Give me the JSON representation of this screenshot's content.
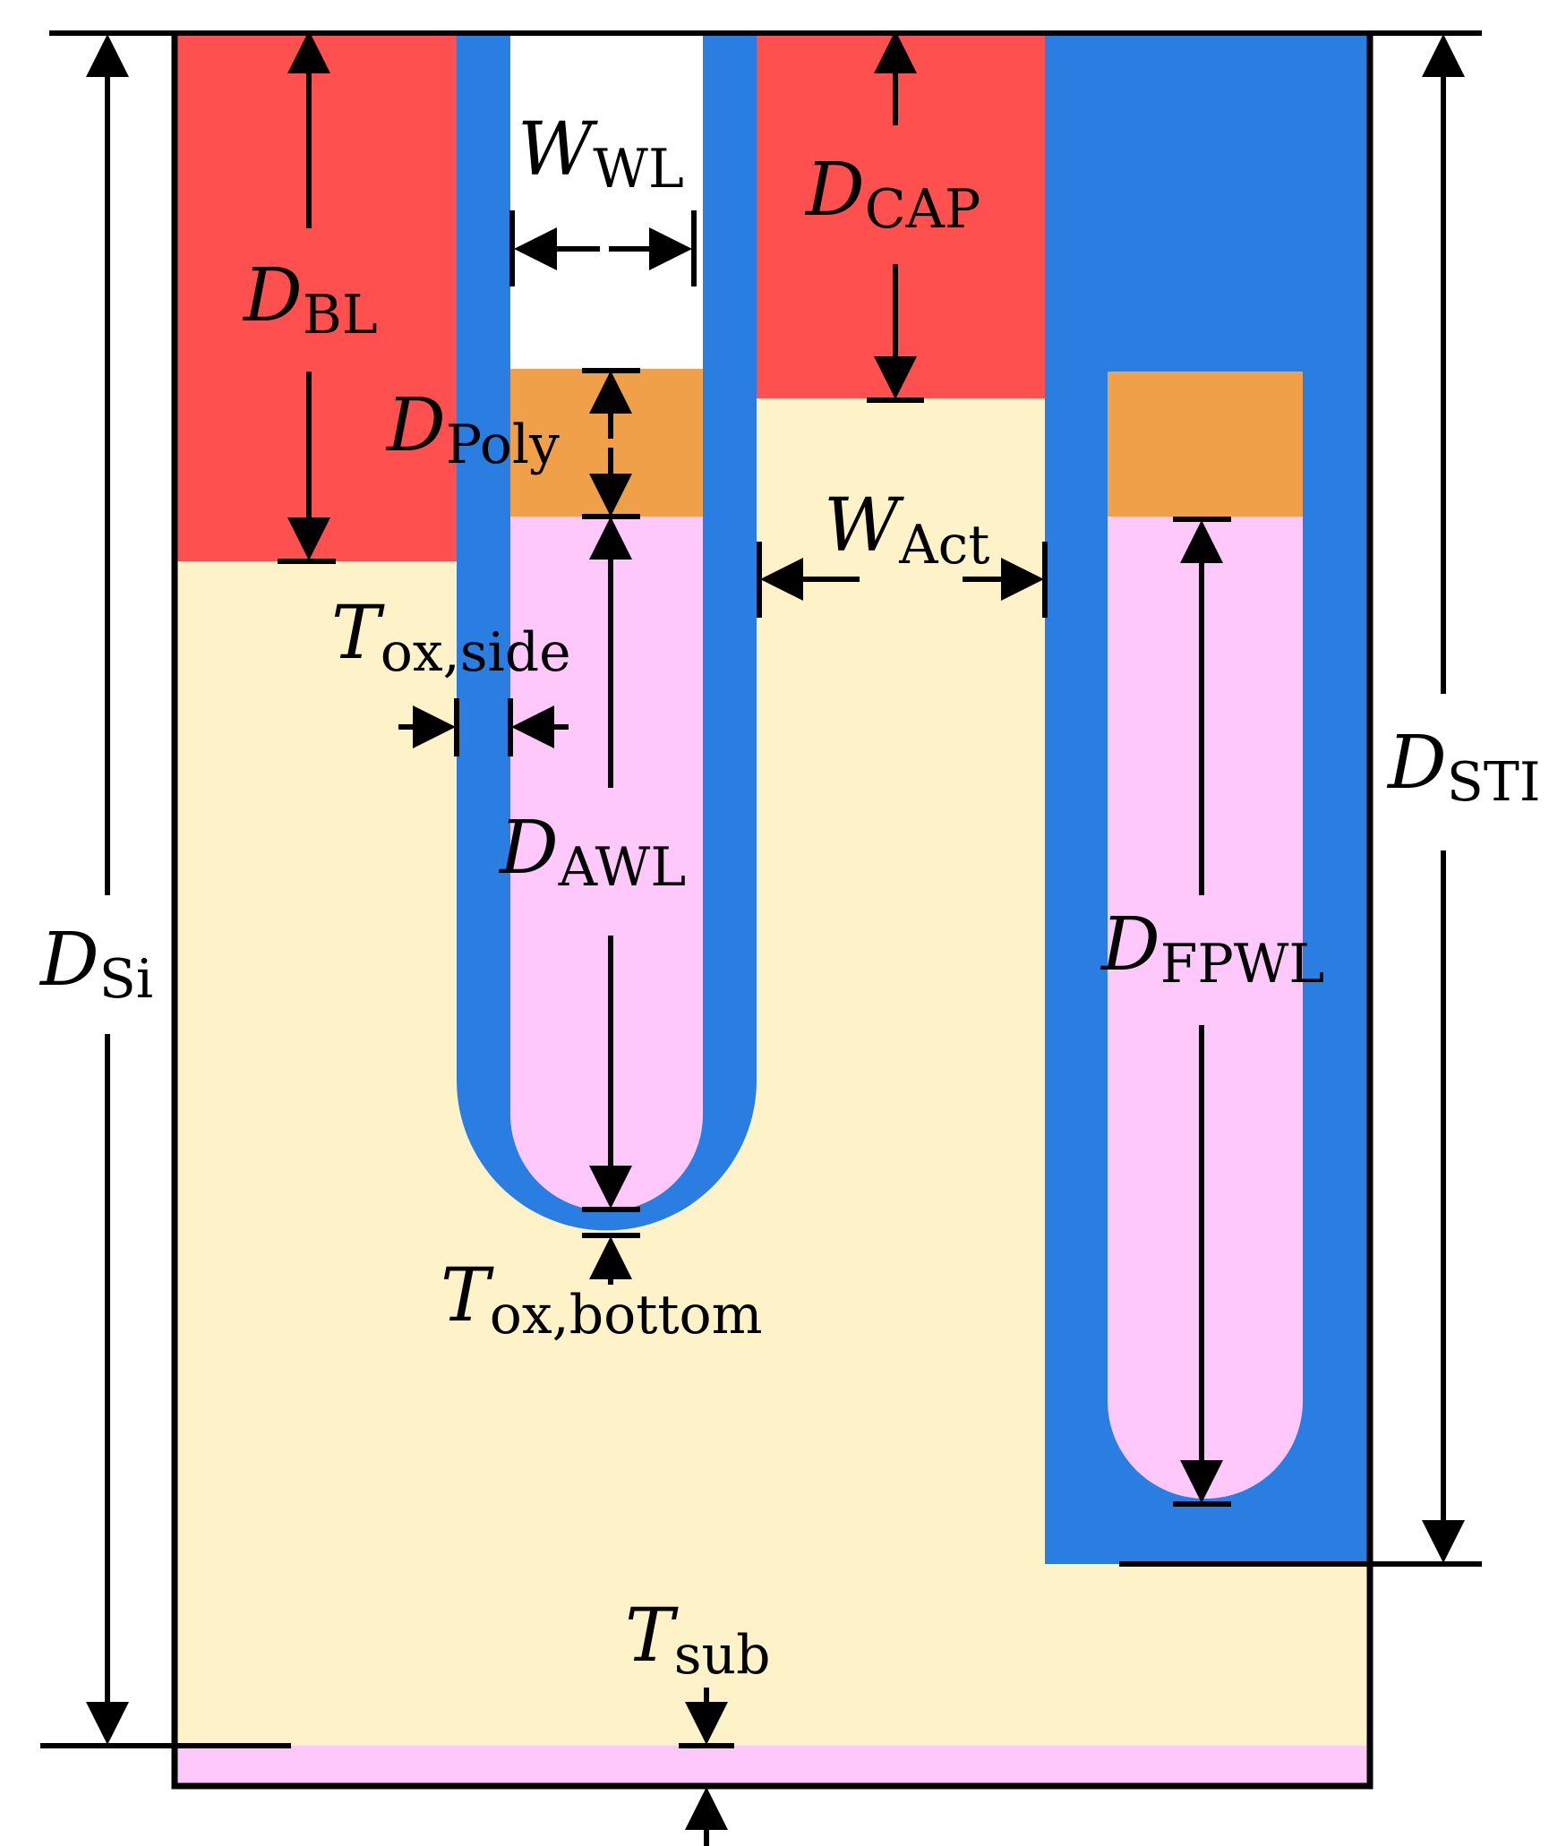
{
  "colors": {
    "bit_line": "#ff5050",
    "cap_contact": "#ff5050",
    "silicon": "#fdf2c8",
    "oxide": "#2a7de1",
    "poly": "#f0a048",
    "metal_fill": "#fec8fa",
    "substrate": "#fec8fa",
    "wl_opening": "#ffffff",
    "line": "#000000"
  },
  "labels": {
    "d_bl": {
      "main": "D",
      "sub": "BL"
    },
    "w_wl": {
      "main": "W",
      "sub": "WL"
    },
    "d_cap": {
      "main": "D",
      "sub": "CAP"
    },
    "d_poly": {
      "main": "D",
      "sub": "Poly"
    },
    "w_act": {
      "main": "W",
      "sub": "Act"
    },
    "t_ox_side": {
      "main": "T",
      "sub": "ox,side"
    },
    "d_awl": {
      "main": "D",
      "sub": "AWL"
    },
    "t_ox_bottom": {
      "main": "T",
      "sub": "ox,bottom"
    },
    "d_fpwl": {
      "main": "D",
      "sub": "FPWL"
    },
    "d_sti": {
      "main": "D",
      "sub": "STI"
    },
    "d_si": {
      "main": "D",
      "sub": "Si"
    },
    "t_sub": {
      "main": "T",
      "sub": "sub"
    }
  }
}
